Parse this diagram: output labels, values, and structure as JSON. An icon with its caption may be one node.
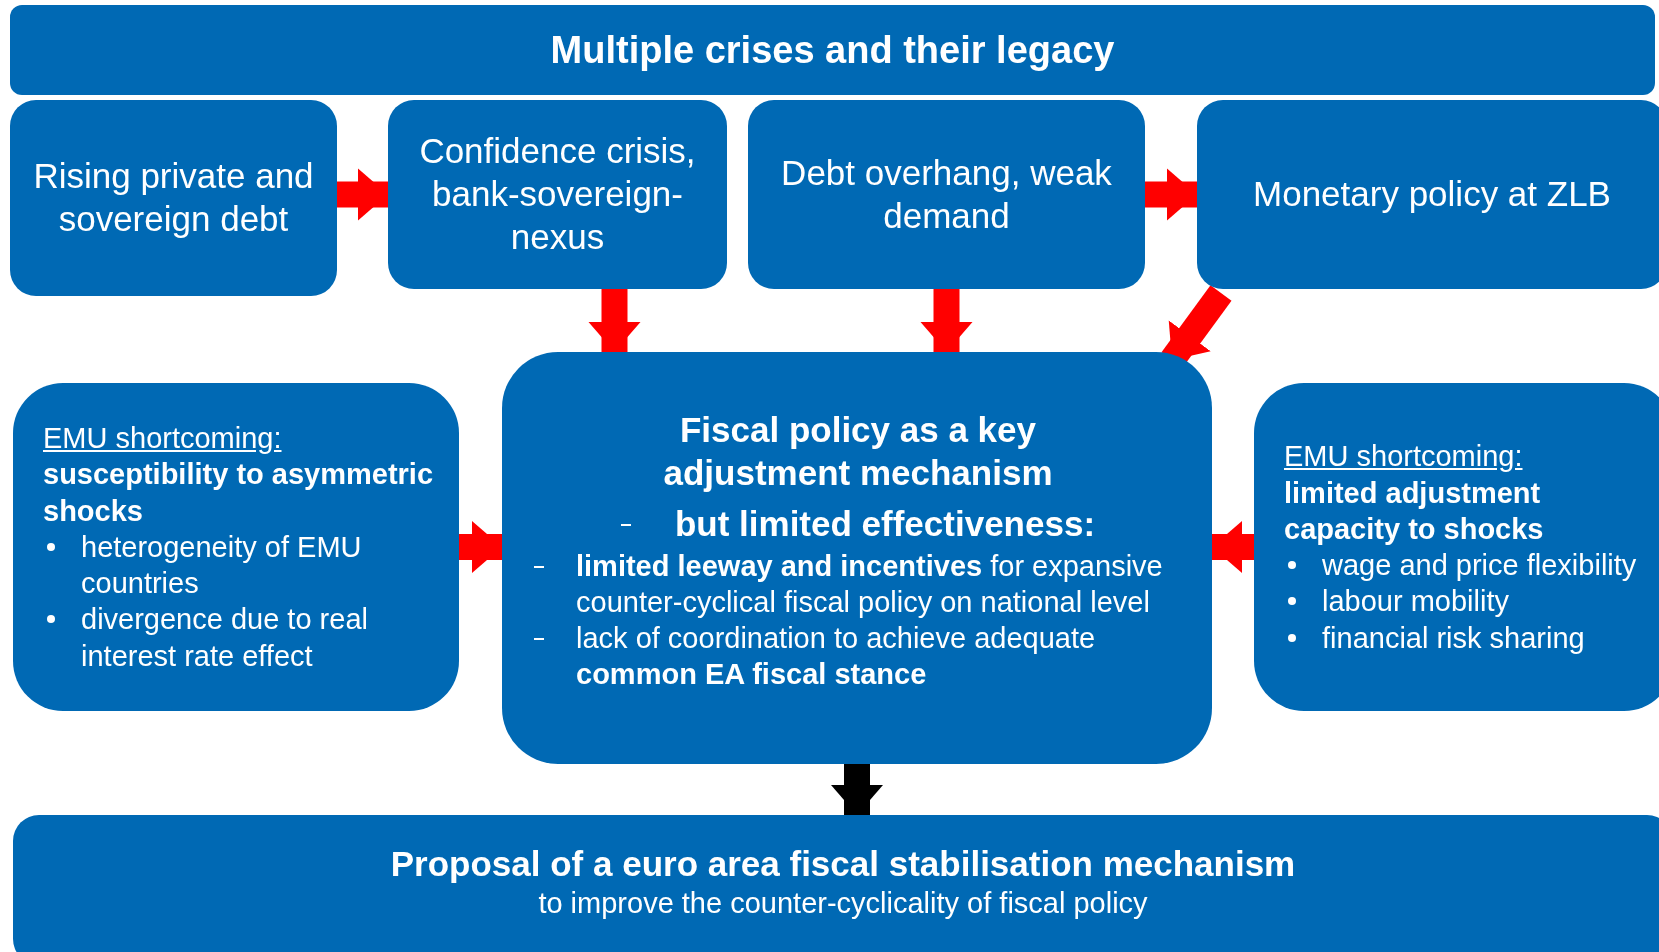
{
  "diagram": {
    "nodes": [
      {
        "text": [
          "Multiple crises and their legacy"
        ]
      },
      {
        "text": [
          "Rising private and sovereign debt"
        ]
      },
      {
        "text": [
          "Confidence crisis, bank-sovereign-nexus"
        ]
      },
      {
        "text": [
          "Debt overhang, weak demand"
        ]
      },
      {
        "text": [
          "Monetary policy at ZLB"
        ]
      },
      {
        "text": [
          "EMU shortcoming:",
          "susceptibility to asymmetric shocks",
          "heterogeneity of EMU countries",
          "divergence due to real interest rate effect"
        ]
      },
      {
        "text": [
          "Fiscal policy as a key adjustment mechanism",
          "but limited effectiveness:",
          "**limited leeway and incentives** for expansive counter-cyclical fiscal policy on national level",
          "lack of coordination to achieve adequate **common EA fiscal stance**"
        ]
      },
      {
        "text": [
          "EMU shortcoming:",
          "limited adjustment capacity to shocks",
          "wage and price flexibility",
          "labour mobility",
          "financial risk sharing"
        ]
      },
      {
        "text": [
          "Proposal of a euro area fiscal stabilisation mechanism",
          "to improve the counter-cyclicality of fiscal policy"
        ]
      }
    ],
    "edges": [
      {
        "from": 1,
        "to": 2,
        "arrow": "to"
      },
      {
        "from": 3,
        "to": 4,
        "arrow": "to"
      },
      {
        "from": 2,
        "to": 6,
        "arrow": "to"
      },
      {
        "from": 3,
        "to": 6,
        "arrow": "to"
      },
      {
        "from": 4,
        "to": 6,
        "arrow": "to"
      },
      {
        "from": 5,
        "to": 6,
        "arrow": "to"
      },
      {
        "from": 7,
        "to": 6,
        "arrow": "to"
      },
      {
        "from": 6,
        "to": 8,
        "arrow": "to",
        "color": "#000000"
      }
    ]
  }
}
